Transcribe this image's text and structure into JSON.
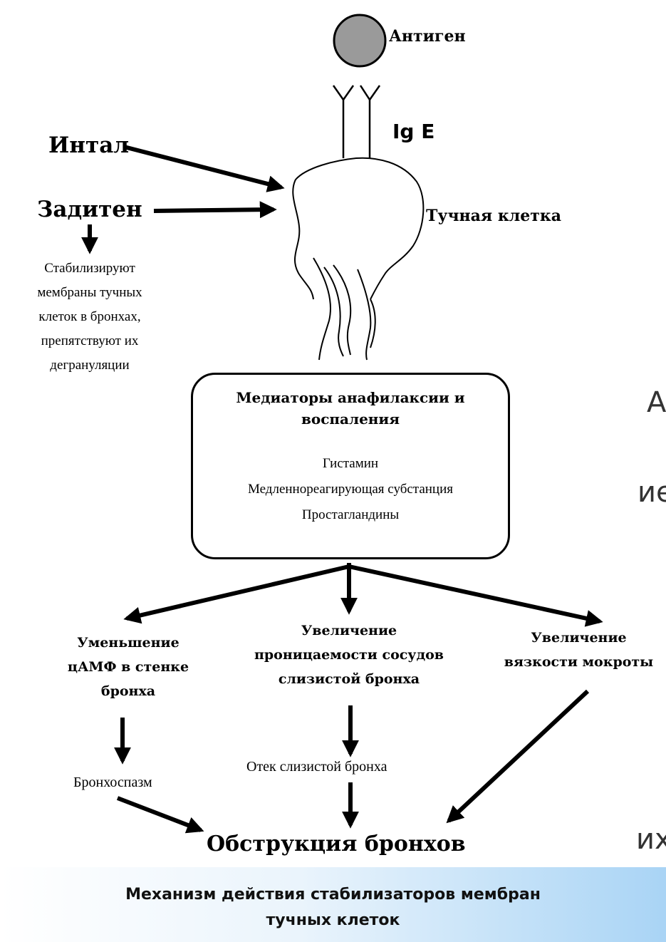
{
  "background_fragments": [
    "А",
    "ие",
    "их"
  ],
  "antigen": {
    "label": "Антиген"
  },
  "antibody": {
    "label": "Ig E"
  },
  "mast_cell": {
    "label": "Тучная клетка"
  },
  "drugs": {
    "intal": "Интал",
    "zaditen": "Задитен"
  },
  "drug_effect": {
    "lines": [
      "Стабилизируют",
      "мембраны тучных",
      "клеток в бронхах,",
      "препятствуют их",
      "дегрануляции"
    ]
  },
  "mediators": {
    "title_lines": [
      "Медиаторы анафилаксии и",
      "воспаления"
    ],
    "items": [
      "Гистамин",
      "Медленнореагирующая субстанция",
      "Простагландины"
    ]
  },
  "effects": {
    "left": [
      "Уменьшение",
      "цАМФ в стенке",
      "бронха"
    ],
    "middle": [
      "Увеличение",
      "проницаемости сосудов",
      "слизистой бронха"
    ],
    "right": [
      "Увеличение",
      "вязкости мокроты"
    ]
  },
  "consequences": {
    "left": "Бронхоспазм",
    "middle": "Отек слизистой бронха"
  },
  "outcome": "Обструкция бронхов",
  "caption": {
    "line1": "Механизм действия стабилизаторов мембран",
    "line2": "тучных клеток"
  }
}
